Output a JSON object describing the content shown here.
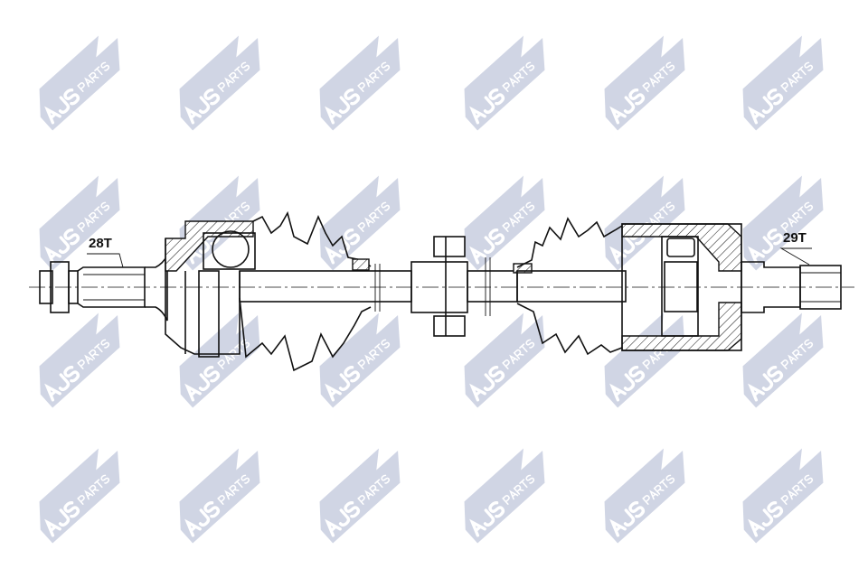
{
  "watermark": {
    "brand": "AJS",
    "suffix": "PARTS",
    "color": "#c8cee0"
  },
  "labels": {
    "left_spline": "28T",
    "right_spline": "29T"
  },
  "drawing": {
    "subject": "drive-shaft",
    "line_color": "#111111"
  }
}
